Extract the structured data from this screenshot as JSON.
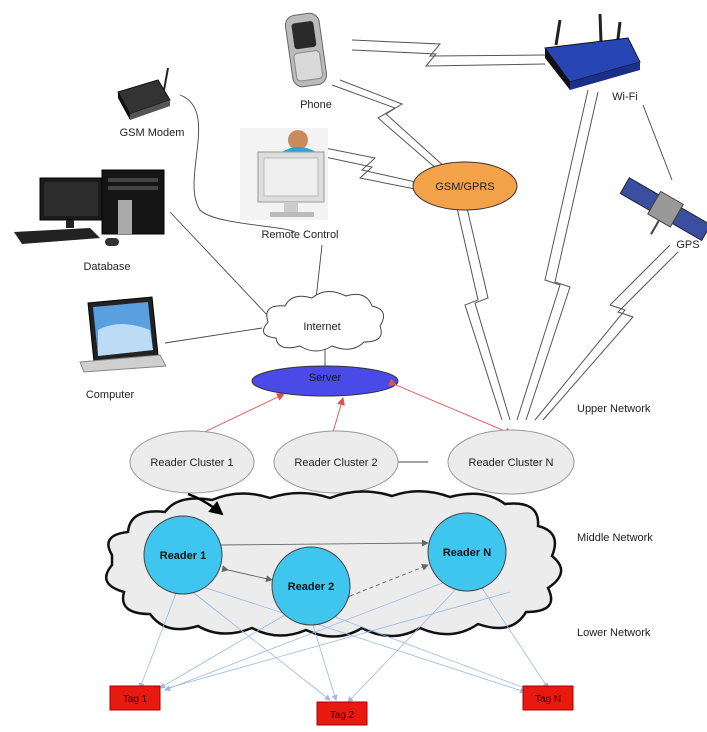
{
  "labels": {
    "phone": "Phone",
    "wifi": "Wi-Fi",
    "gsm_modem": "GSM Modem",
    "remote_control": "Remote Control",
    "database": "Database",
    "gps": "GPS",
    "computer": "Computer",
    "internet": "Internet",
    "gsm_gprs": "GSM/GPRS",
    "server": "Server",
    "upper_network": "Upper Network",
    "middle_network": "Middle Network",
    "lower_network": "Lower Network"
  },
  "reader_clusters": [
    "Reader Cluster 1",
    "Reader Cluster 2",
    "Reader Cluster N"
  ],
  "readers": [
    "Reader 1",
    "Reader 2",
    "Reader N"
  ],
  "tags": [
    "Tag 1",
    "Tag 2",
    "Tag N"
  ],
  "colors": {
    "server": "#4a4ae8",
    "gsm_gprs": "#f4a24a",
    "reader": "#3fc6ef",
    "tag": "#e8190f",
    "cluster": "#ececec",
    "red_arrow": "#e05050",
    "blue_line": "#9bb8e8"
  },
  "icons": [
    "phone-icon",
    "wifi-router-icon",
    "gsm-modem-icon",
    "remote-control-person-icon",
    "database-computer-icon",
    "satellite-icon",
    "laptop-icon"
  ]
}
